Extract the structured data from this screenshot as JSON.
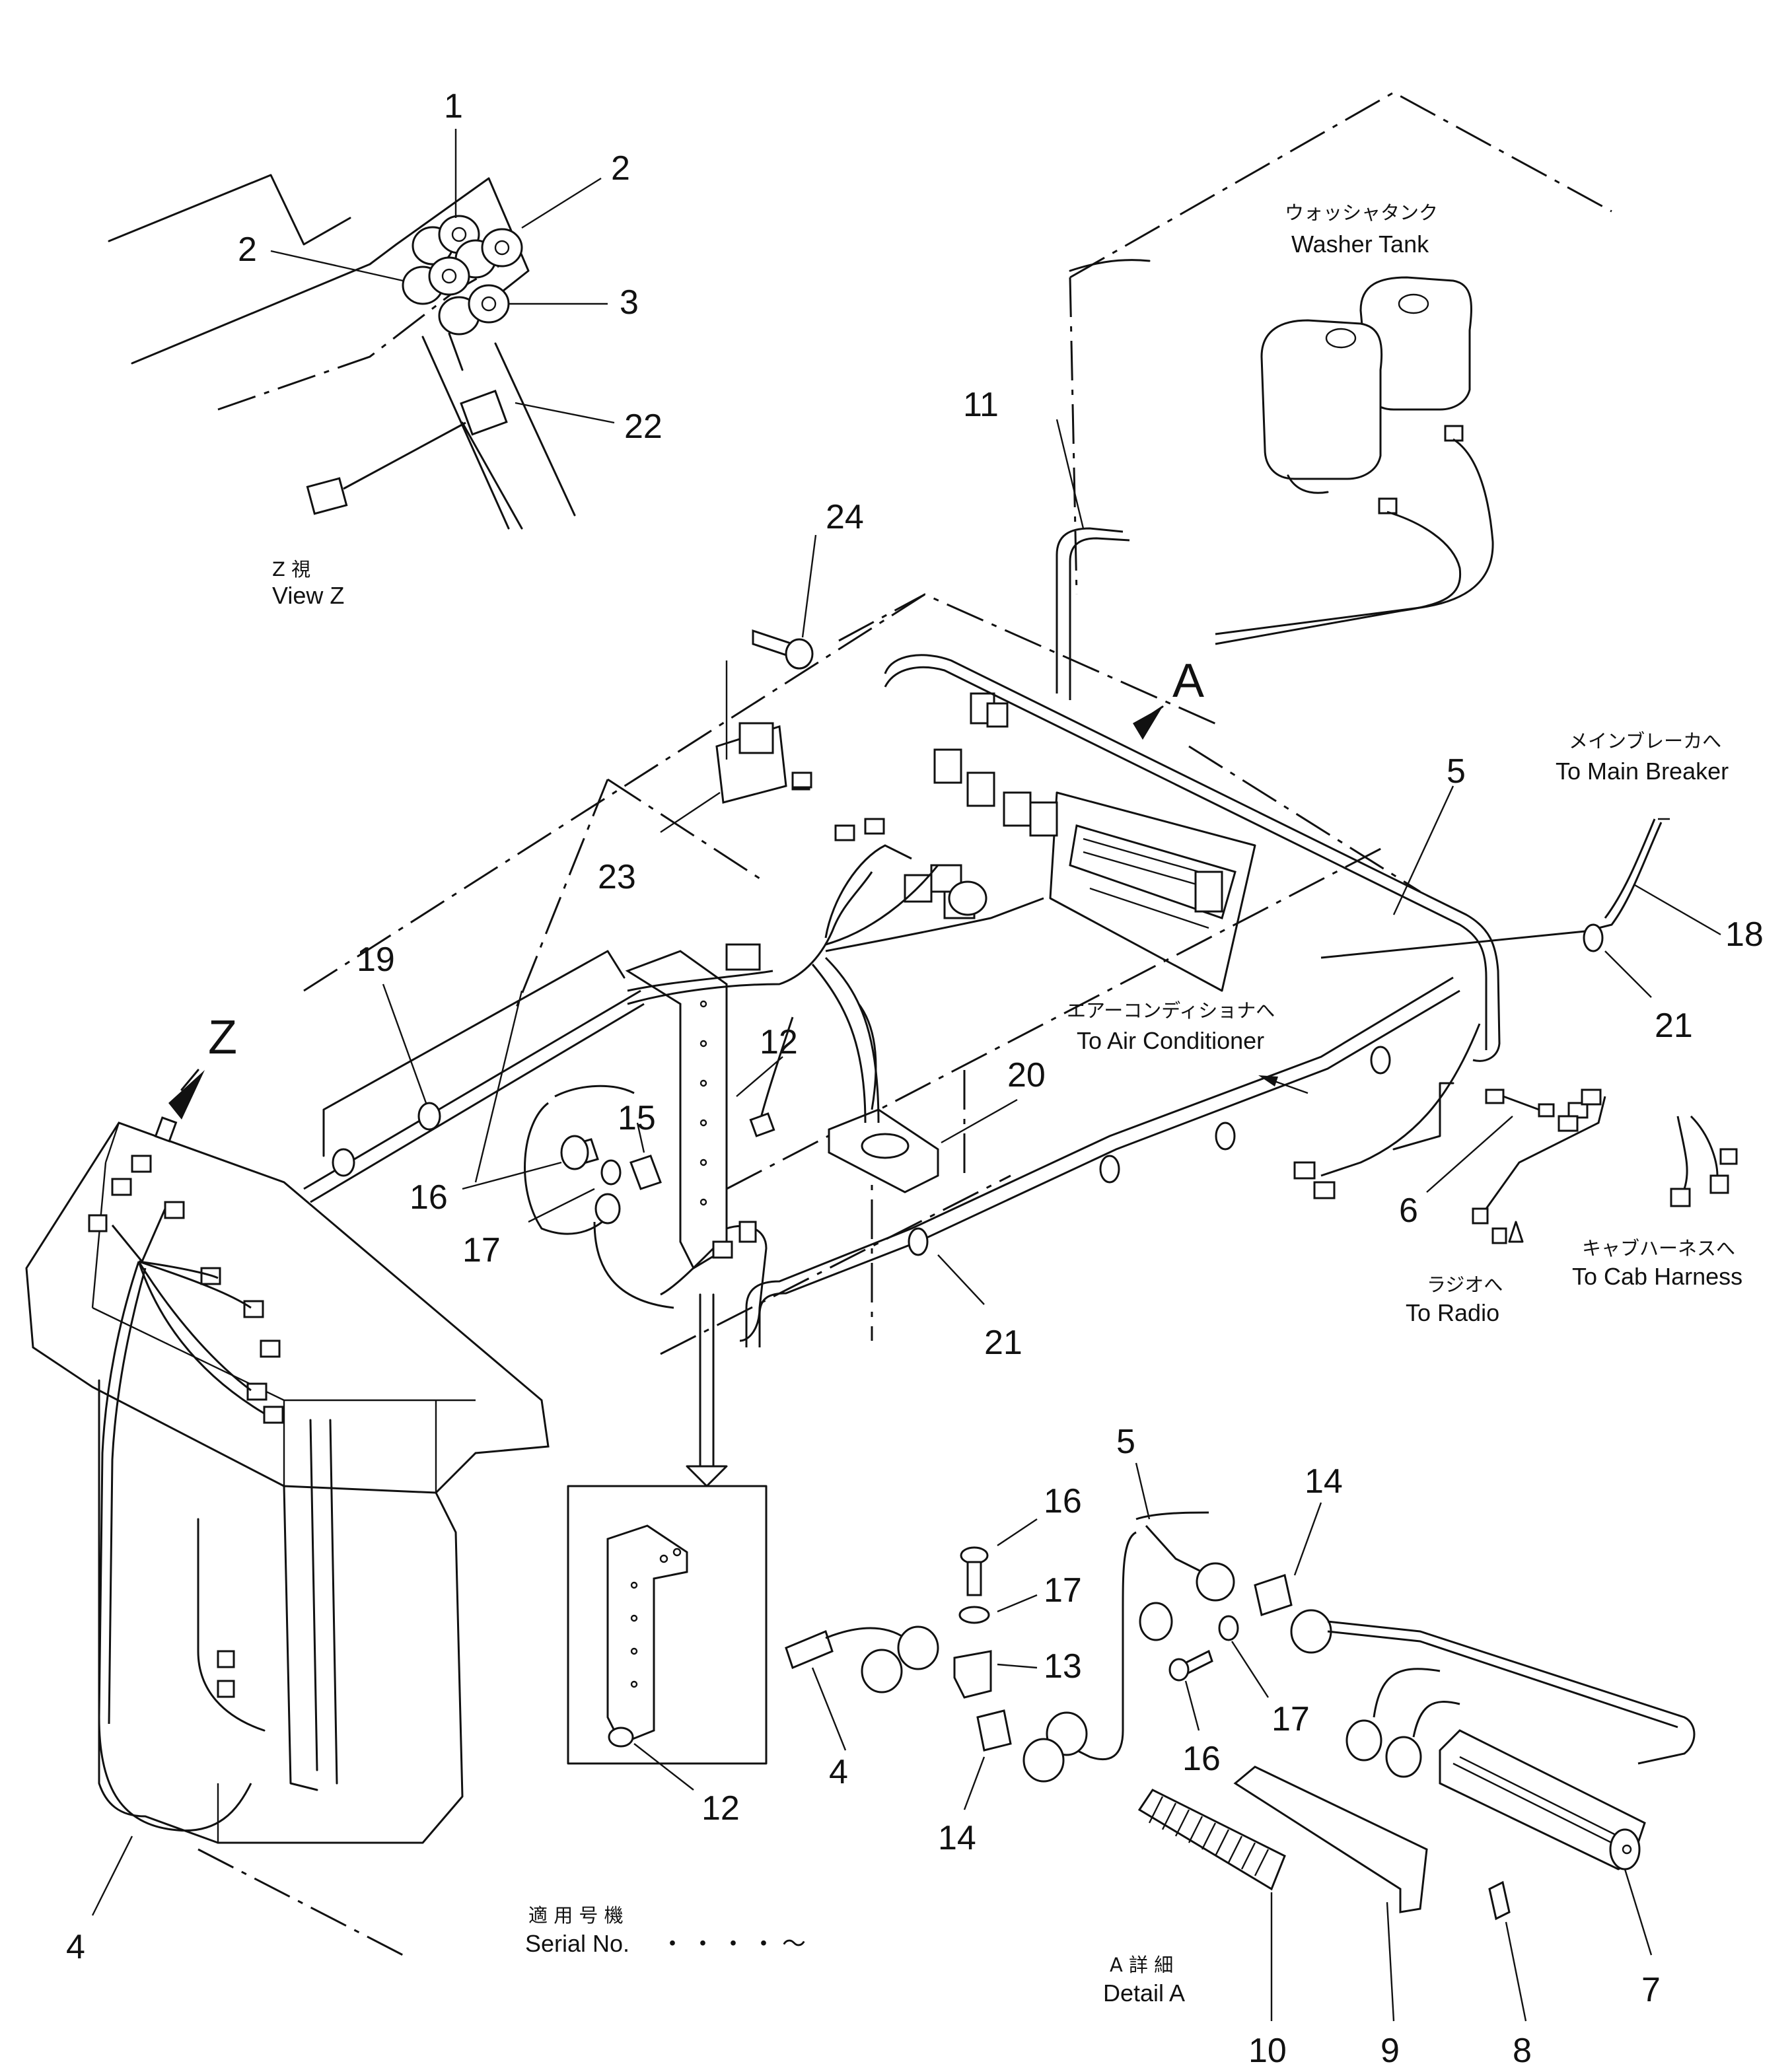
{
  "view_z": {
    "ja": "Z 視",
    "en": "View Z"
  },
  "washer_tank": {
    "ja": "ウォッシャタンク",
    "en": "Washer Tank"
  },
  "main_breaker": {
    "ja": "メインブレーカへ",
    "en": "To Main Breaker"
  },
  "air_conditioner": {
    "ja": "エアーコンディショナへ",
    "en": "To Air Conditioner"
  },
  "radio": {
    "ja": "ラジオへ",
    "en": "To Radio"
  },
  "cab_harness": {
    "ja": "キャブハーネスへ",
    "en": "To Cab Harness"
  },
  "serial": {
    "ja": "適 用 号 機",
    "en": "Serial No.",
    "range": "・ ・ ・ ・ ～"
  },
  "detail_a": {
    "ja": "A 詳 細",
    "en": "Detail A"
  },
  "view_markers": {
    "a": "A",
    "z": "Z"
  },
  "callouts": {
    "c1": "1",
    "c2a": "2",
    "c2b": "2",
    "c3": "3",
    "c22": "22",
    "c11": "11",
    "c24": "24",
    "c23": "23",
    "c5a": "5",
    "c18": "18",
    "c21a": "21",
    "c21b": "21",
    "c19": "19",
    "c12a": "12",
    "c15": "15",
    "c20": "20",
    "c16a": "16",
    "c17a": "17",
    "c6": "6",
    "c4a": "4",
    "c12b": "12",
    "c5b": "5",
    "c16b": "16",
    "c17b": "17",
    "c14a": "14",
    "c13": "13",
    "c4b": "4",
    "c14b": "14",
    "c16c": "16",
    "c17c": "17",
    "c10": "10",
    "c9": "9",
    "c8": "8",
    "c7": "7"
  }
}
